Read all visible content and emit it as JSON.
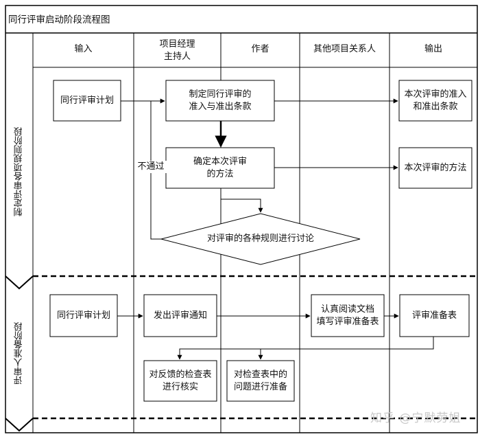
{
  "title": "同行评审启动阶段流程图",
  "columns": [
    "输入",
    "项目经理\n主持人",
    "作者",
    "其他项目关系人",
    "输出"
  ],
  "phases": [
    "制定评审各项规则阶段",
    "评审人准备阶段"
  ],
  "phase1": {
    "input": "同行评审计划",
    "define_criteria": "制定同行评审的\n准入与准出条款",
    "determine_method": "确定本次评审\n的方法",
    "discuss_rules": "对评审的各种规则进行讨论",
    "fail_label": "不通过",
    "output_criteria": "本次评审的准入\n和准出条款",
    "output_method": "本次评审的方法"
  },
  "phase2": {
    "input": "同行评审计划",
    "send_notice": "发出评审通知",
    "read_docs": "认真阅读文档\n填写评审准备表",
    "output_form": "评审准备表",
    "verify_checklist": "对反馈的检查表\n进行核实",
    "prepare_issues": "对检查表中的\n问题进行准备"
  },
  "watermark": "知乎 @宁默劳姐"
}
